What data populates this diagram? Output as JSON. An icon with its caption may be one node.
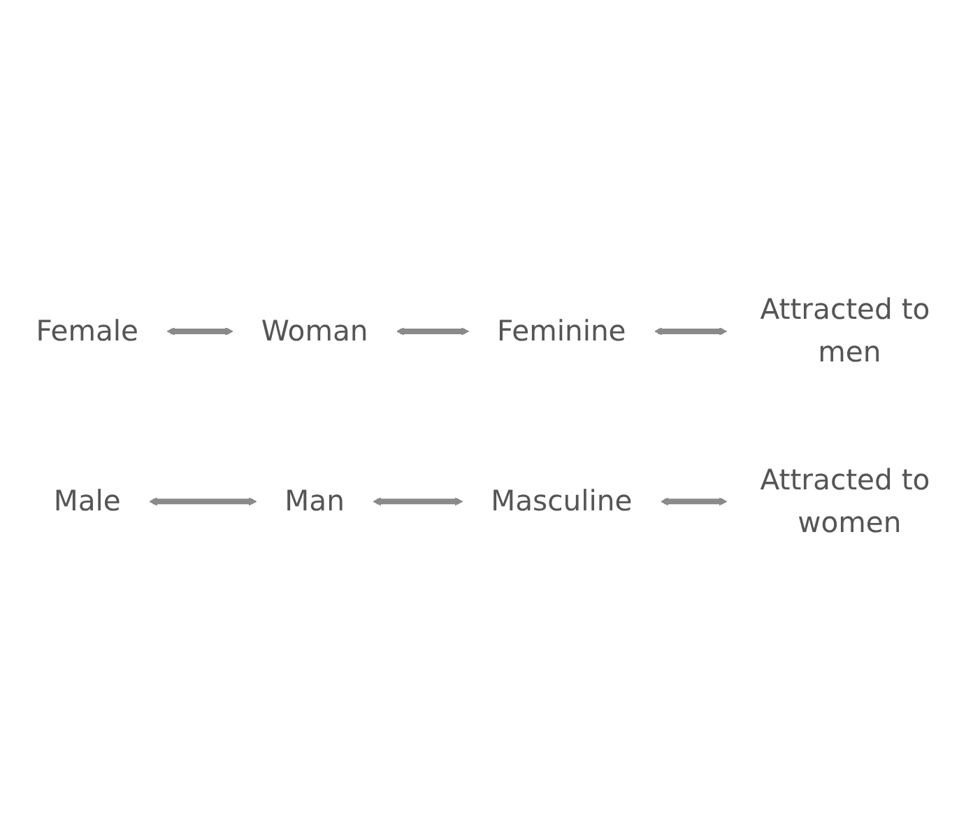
{
  "diagram": {
    "nodes": [
      {
        "text": [
          "Female"
        ]
      },
      {
        "text": [
          "Woman"
        ]
      },
      {
        "text": [
          "Feminine"
        ]
      },
      {
        "text": [
          "Attracted to men"
        ]
      },
      {
        "text": [
          "Male"
        ]
      },
      {
        "text": [
          "Man"
        ]
      },
      {
        "text": [
          "Masculine"
        ]
      },
      {
        "text": [
          "Attracted to women"
        ]
      }
    ],
    "edges": [
      {
        "from": 0,
        "to": 1,
        "arrow": "both"
      },
      {
        "from": 1,
        "to": 2,
        "arrow": "both"
      },
      {
        "from": 2,
        "to": 3,
        "arrow": "both"
      },
      {
        "from": 4,
        "to": 5,
        "arrow": "both"
      },
      {
        "from": 5,
        "to": 6,
        "arrow": "both"
      },
      {
        "from": 6,
        "to": 7,
        "arrow": "both"
      }
    ]
  }
}
